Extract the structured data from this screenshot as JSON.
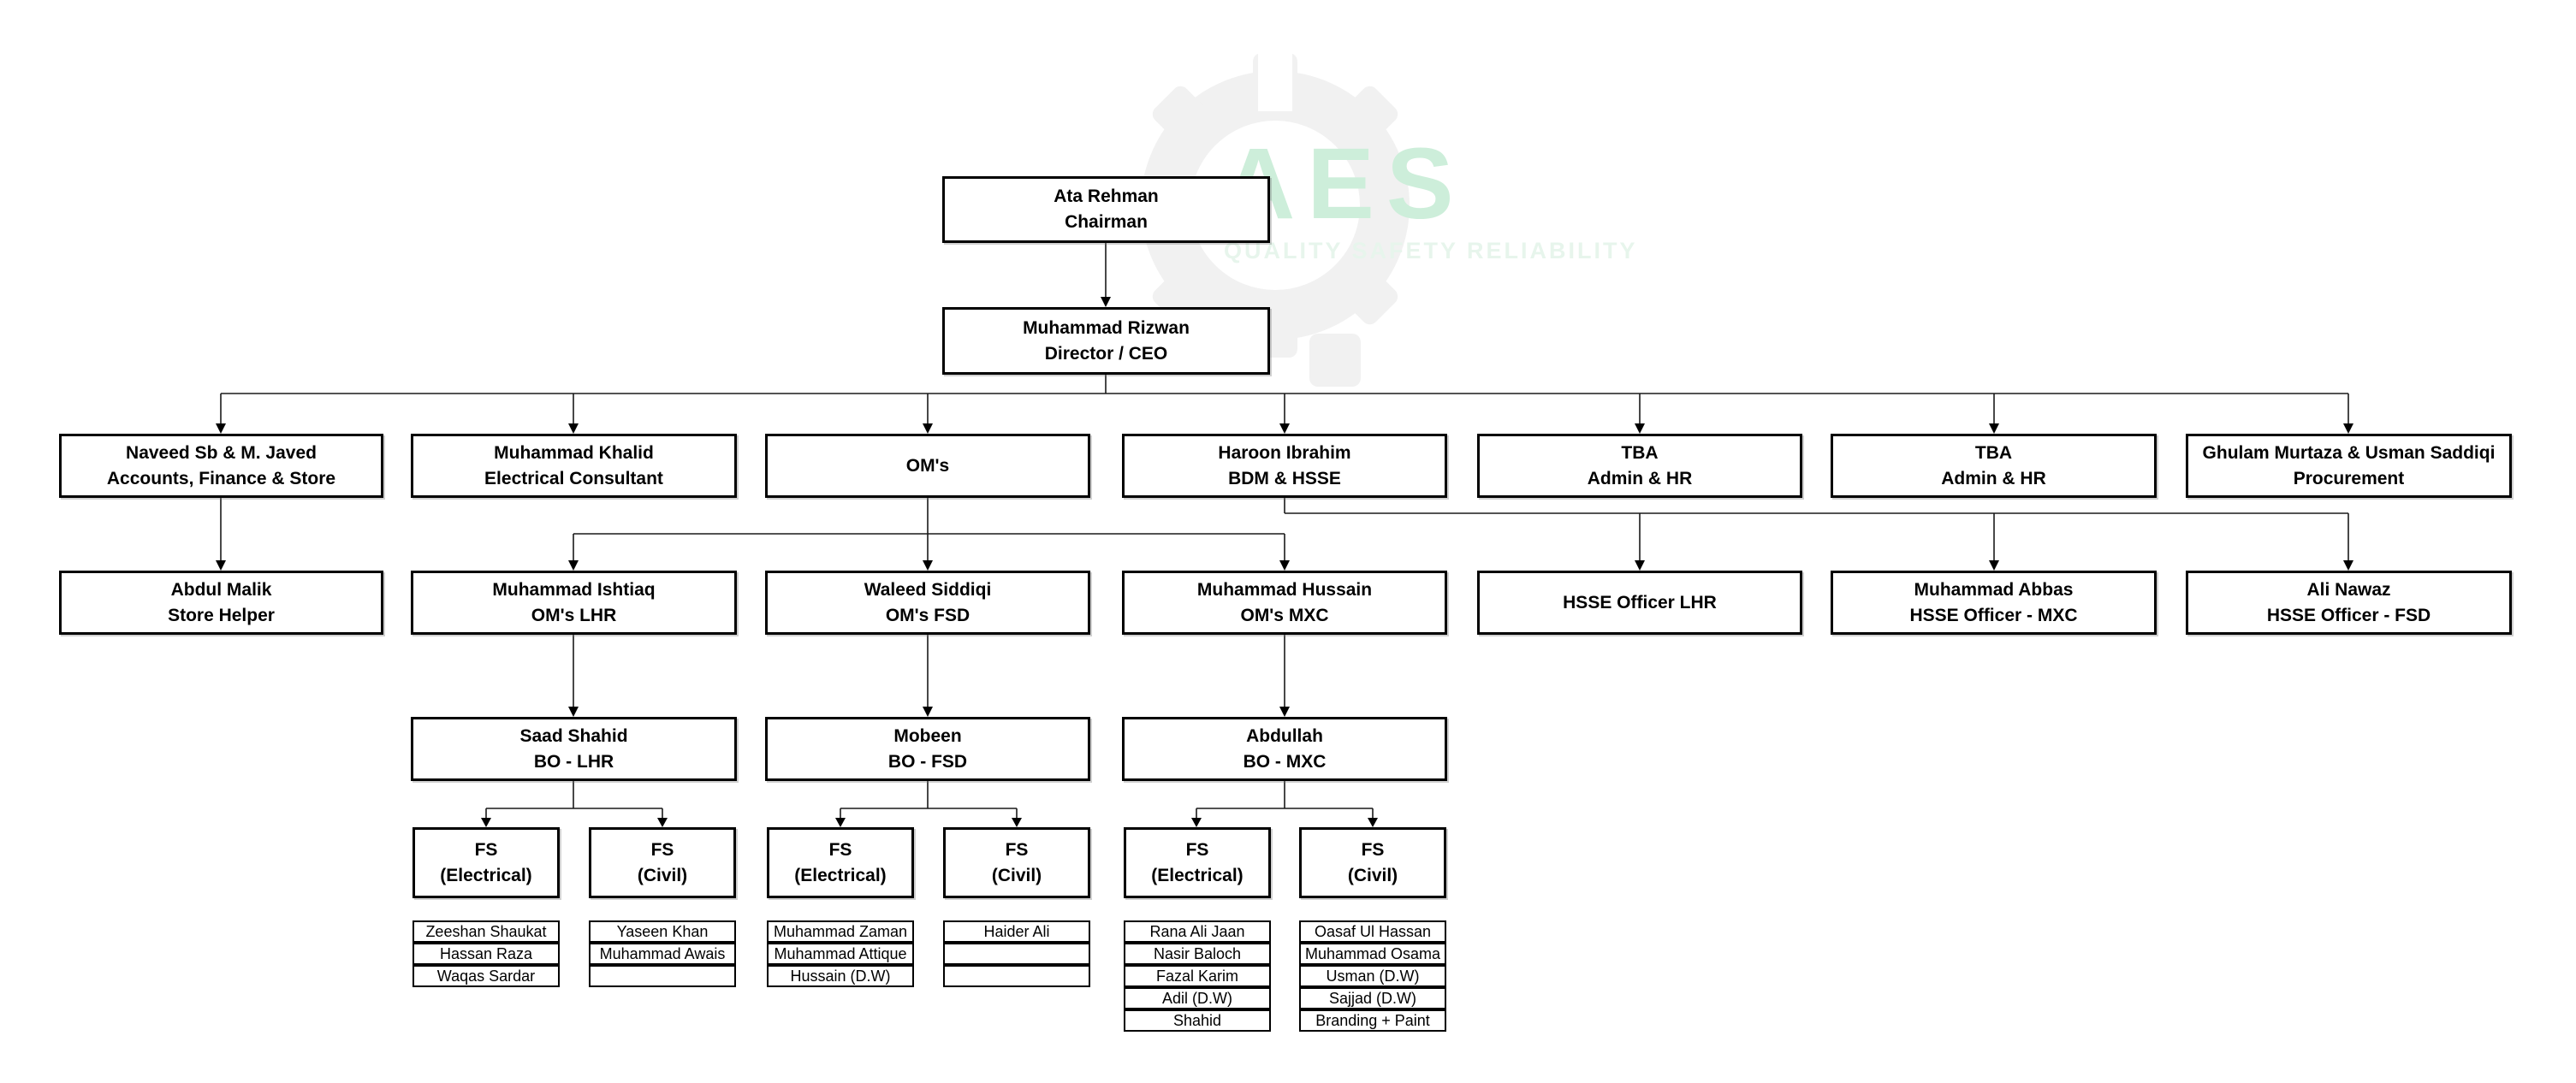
{
  "logo": {
    "text": "AES",
    "tagline": "QUALITY SAFETY RELIABILITY",
    "accent_color": "#cdeeda",
    "tagline_color": "#e7f5ec",
    "gear_color": "#f1f1f1"
  },
  "nodes": {
    "chairman": {
      "name": "Ata Rehman",
      "role": "Chairman"
    },
    "ceo": {
      "name": "Muhammad Rizwan",
      "role": "Director / CEO"
    },
    "accounts": {
      "name": "Naveed Sb & M. Javed",
      "role": "Accounts, Finance & Store"
    },
    "electrical_consultant": {
      "name": "Muhammad Khalid",
      "role": "Electrical Consultant"
    },
    "oms": {
      "name": "OM's",
      "role": ""
    },
    "bdm_hsse": {
      "name": "Haroon Ibrahim",
      "role": "BDM & HSSE"
    },
    "admin_hr_1": {
      "name": "TBA",
      "role": "Admin & HR"
    },
    "admin_hr_2": {
      "name": "TBA",
      "role": "Admin & HR"
    },
    "procurement": {
      "name": "Ghulam Murtaza & Usman Saddiqi",
      "role": "Procurement"
    },
    "store_helper": {
      "name": "Abdul Malik",
      "role": "Store Helper"
    },
    "om_lhr": {
      "name": "Muhammad Ishtiaq",
      "role": "OM's LHR"
    },
    "om_fsd": {
      "name": "Waleed Siddiqi",
      "role": "OM's FSD"
    },
    "om_mxc": {
      "name": "Muhammad Hussain",
      "role": "OM's MXC"
    },
    "hsse_officer_lhr": {
      "name": "HSSE Officer LHR",
      "role": ""
    },
    "hsse_officer_mxc": {
      "name": "Muhammad Abbas",
      "role": "HSSE Officer - MXC"
    },
    "hsse_officer_fsd": {
      "name": "Ali Nawaz",
      "role": "HSSE Officer - FSD"
    },
    "bo_lhr": {
      "name": "Saad Shahid",
      "role": "BO - LHR"
    },
    "bo_fsd": {
      "name": "Mobeen",
      "role": "BO - FSD"
    },
    "bo_mxc": {
      "name": "Abdullah",
      "role": "BO - MXC"
    },
    "fs_lhr_electrical": {
      "name": "FS",
      "role": "(Electrical)"
    },
    "fs_lhr_civil": {
      "name": "FS",
      "role": "(Civil)"
    },
    "fs_fsd_electrical": {
      "name": "FS",
      "role": "(Electrical)"
    },
    "fs_fsd_civil": {
      "name": "FS",
      "role": "(Civil)"
    },
    "fs_mxc_electrical": {
      "name": "FS",
      "role": "(Electrical)"
    },
    "fs_mxc_civil": {
      "name": "FS",
      "role": "(Civil)"
    }
  },
  "teams": {
    "lhr_electrical": [
      "Zeeshan Shaukat",
      "Hassan Raza",
      "Waqas Sardar"
    ],
    "lhr_civil": [
      "Yaseen Khan",
      "Muhammad Awais",
      ""
    ],
    "fsd_electrical": [
      "Muhammad Zaman",
      "Muhammad Attique",
      "Hussain (D.W)"
    ],
    "fsd_civil": [
      "Haider Ali",
      "",
      ""
    ],
    "mxc_electrical": [
      "Rana Ali Jaan",
      "Nasir Baloch",
      "Fazal Karim",
      "Adil (D.W)",
      "Shahid"
    ],
    "mxc_civil": [
      "Oasaf Ul Hassan",
      "Muhammad Osama",
      "Usman (D.W)",
      "Sajjad (D.W)",
      "Branding + Paint"
    ]
  }
}
